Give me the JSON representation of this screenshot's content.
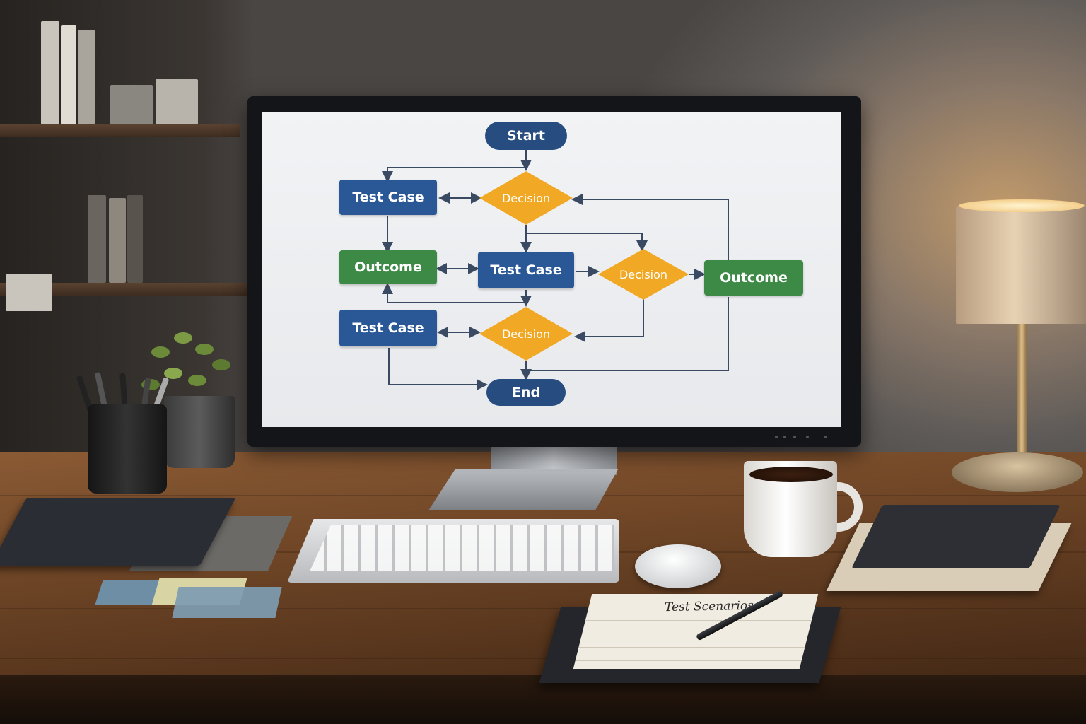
{
  "flowchart": {
    "start": "Start",
    "end": "End",
    "nodes": {
      "test_case_top": "Test Case",
      "decision_top": "Decision",
      "outcome_left": "Outcome",
      "test_case_mid": "Test Case",
      "decision_right": "Decision",
      "outcome_right": "Outcome",
      "test_case_bottom": "Test Case",
      "decision_bottom": "Decision"
    },
    "colors": {
      "terminal": "#264c80",
      "process": "#2a5796",
      "outcome": "#3d8a47",
      "decision": "#f1a925",
      "connector": "#3a4a62"
    }
  },
  "notepad": {
    "title": "Test Scenarios"
  }
}
